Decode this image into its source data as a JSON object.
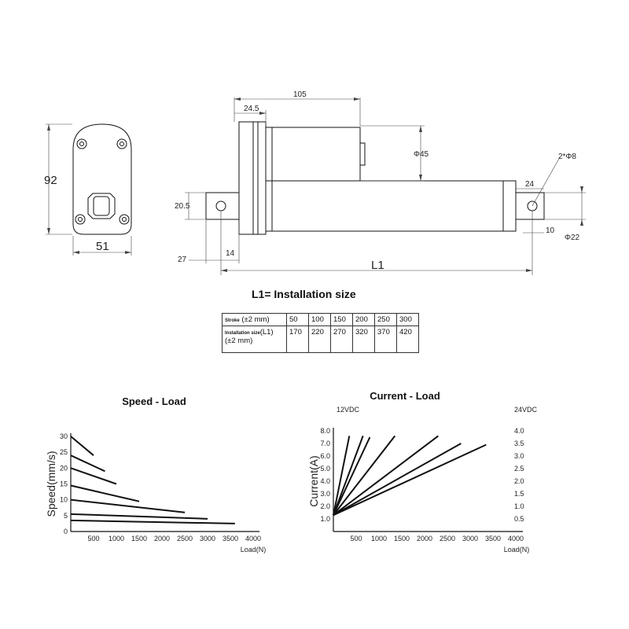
{
  "dimensions": {
    "front_height": "92",
    "front_width": "51",
    "d_105": "105",
    "d_24_5": "24.5",
    "d_phi45": "Φ45",
    "d_2phi8": "2*Φ8",
    "d_24": "24",
    "d_20_5": "20.5",
    "d_10": "10",
    "d_phi22": "Φ22",
    "d_27": "27",
    "d_14": "14",
    "d_L1": "L1"
  },
  "installation": {
    "title": "L1= Installation size",
    "stroke_label_bold": "Stroke",
    "stroke_label_rest": "(±2 mm)",
    "install_label_bold": "Installation size",
    "install_label_rest": "(L1)(±2 mm)",
    "strokes": [
      "50",
      "100",
      "150",
      "200",
      "250",
      "300"
    ],
    "sizes": [
      "170",
      "220",
      "270",
      "320",
      "370",
      "420"
    ]
  },
  "chart_data": [
    {
      "type": "line",
      "title": "Speed - Load",
      "xlabel": "Load(N)",
      "ylabel": "Speed(mm/s)",
      "xlim": [
        0,
        4000
      ],
      "ylim": [
        0,
        30
      ],
      "xticks": [
        "500",
        "1000",
        "1500",
        "2000",
        "2500",
        "3000",
        "3500",
        "4000"
      ],
      "yticks": [
        "0",
        "5",
        "10",
        "15",
        "20",
        "25",
        "30"
      ],
      "series": [
        {
          "x": [
            0,
            500
          ],
          "y": [
            30,
            24
          ]
        },
        {
          "x": [
            0,
            750
          ],
          "y": [
            24,
            19
          ]
        },
        {
          "x": [
            0,
            1000
          ],
          "y": [
            20,
            15
          ]
        },
        {
          "x": [
            0,
            1500
          ],
          "y": [
            14.5,
            9.5
          ]
        },
        {
          "x": [
            0,
            2500
          ],
          "y": [
            10,
            6
          ]
        },
        {
          "x": [
            0,
            3000
          ],
          "y": [
            5.5,
            4
          ]
        },
        {
          "x": [
            0,
            3600
          ],
          "y": [
            3.5,
            2.5
          ]
        }
      ]
    },
    {
      "type": "line",
      "title": "Current - Load",
      "xlabel": "Load(N)",
      "ylabel": "Current(A)",
      "left_axis_label": "12VDC",
      "right_axis_label": "24VDC",
      "xlim": [
        0,
        4000
      ],
      "ylim": [
        0,
        8.0
      ],
      "xticks": [
        "500",
        "1000",
        "1500",
        "2000",
        "2500",
        "3000",
        "3500",
        "4000"
      ],
      "yticks": [
        "1.0",
        "2.0",
        "3.0",
        "4.0",
        "5.0",
        "6.0",
        "7.0",
        "8.0"
      ],
      "yticks_right": [
        "0.5",
        "1.0",
        "1.5",
        "2.0",
        "2.5",
        "3.0",
        "3.5",
        "4.0"
      ],
      "series": [
        {
          "x": [
            0,
            350
          ],
          "y": [
            1.3,
            7.6
          ]
        },
        {
          "x": [
            0,
            650
          ],
          "y": [
            1.3,
            7.6
          ]
        },
        {
          "x": [
            0,
            800
          ],
          "y": [
            1.3,
            7.5
          ]
        },
        {
          "x": [
            0,
            1350
          ],
          "y": [
            1.3,
            7.6
          ]
        },
        {
          "x": [
            0,
            2300
          ],
          "y": [
            1.3,
            7.6
          ]
        },
        {
          "x": [
            0,
            2800
          ],
          "y": [
            1.3,
            7.0
          ]
        },
        {
          "x": [
            0,
            3350
          ],
          "y": [
            1.3,
            6.9
          ]
        }
      ]
    }
  ]
}
